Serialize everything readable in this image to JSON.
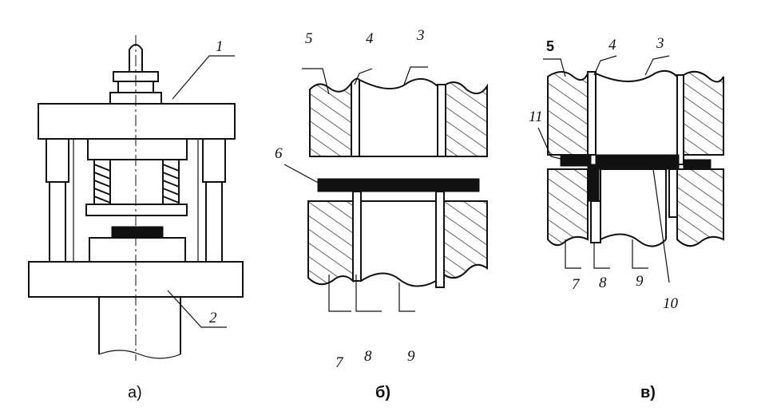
{
  "figure_a": {
    "caption": "а)",
    "callouts": [
      "1",
      "2"
    ]
  },
  "figure_b": {
    "caption": "б)",
    "callouts_top": [
      "5",
      "4",
      "3"
    ],
    "callout_left": "6",
    "callouts_bottom": [
      "7",
      "8",
      "9"
    ]
  },
  "figure_c": {
    "caption": "в)",
    "callouts_top": [
      "5",
      "4",
      "3"
    ],
    "callout_left": "11",
    "callouts_bottom": [
      "7",
      "8",
      "9",
      "10"
    ]
  }
}
